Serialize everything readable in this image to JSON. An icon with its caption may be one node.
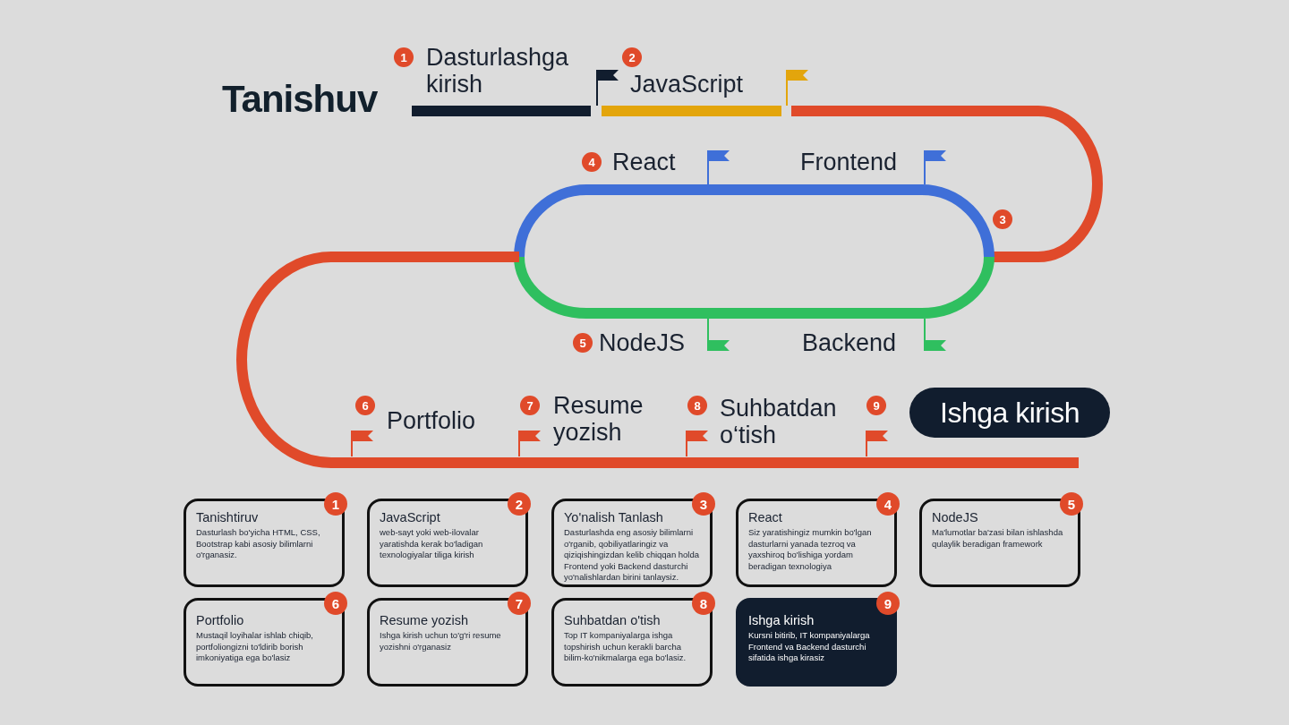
{
  "diagram": {
    "nodes": [
      {
        "text": [
          "1"
        ],
        "beside": [
          "Dasturlashga kirish"
        ]
      },
      {
        "text": [
          "2"
        ],
        "beside": [
          "JavaScript"
        ]
      },
      {
        "text": [
          "4"
        ],
        "beside": [
          "React"
        ]
      },
      {
        "text": [
          "3"
        ]
      },
      {
        "text": [
          "5"
        ],
        "beside": [
          "NodeJS"
        ]
      },
      {
        "text": [
          "6"
        ],
        "beside": [
          "Portfolio"
        ]
      },
      {
        "text": [
          "7"
        ],
        "beside": [
          "Resume yozish"
        ]
      },
      {
        "text": [
          "8"
        ],
        "beside": [
          "Suhbatdan o‘tish"
        ]
      },
      {
        "text": [
          "9"
        ]
      },
      {
        "text": [
          "Ishga kirish"
        ]
      },
      {
        "text": [
          "Tanishtiruv",
          "Dasturlash bo'yicha HTML, CSS, Bootstrap kabi asosiy bilimlarni o'rganasiz."
        ]
      },
      {
        "text": [
          "1"
        ]
      },
      {
        "text": [
          "JavaScript",
          "web-sayt yoki web-ilovalar yaratishda kerak bo'ladigan texnologiyalar tiliga kirish"
        ]
      },
      {
        "text": [
          "2"
        ]
      },
      {
        "text": [
          "Yo'nalish Tanlash",
          "Dasturlashda eng asosiy bilimlarni o'rganib, qobiliyatlaringiz va qiziqishingizdan kelib chiqqan holda Frontend yoki Backend dasturchi yo'nalishlardan birini tanlaysiz."
        ]
      },
      {
        "text": [
          "3"
        ]
      },
      {
        "text": [
          "React",
          "Siz yaratishingiz mumkin bo'lgan dasturlarni yanada tezroq va yaxshiroq bo'lishiga yordam beradigan texnologiya"
        ]
      },
      {
        "text": [
          "4"
        ]
      },
      {
        "text": [
          "NodeJS",
          "Ma'lumotlar ba'zasi bilan ishlashda qulaylik beradigan framework"
        ]
      },
      {
        "text": [
          "5"
        ]
      },
      {
        "text": [
          "Portfolio",
          "Mustaqil loyihalar ishlab chiqib, portfoliongizni to'ldirib borish imkoniyatiga ega bo'lasiz"
        ]
      },
      {
        "text": [
          "6"
        ]
      },
      {
        "text": [
          "Resume yozish",
          "Ishga kirish uchun to'g'ri resume yozishni o'rganasiz"
        ]
      },
      {
        "text": [
          "7"
        ]
      },
      {
        "text": [
          "Suhbatdan o'tish",
          "Top IT kompaniyalarga ishga topshirish uchun kerakli barcha bilim-ko'nikmalarga ega bo'lasiz."
        ]
      },
      {
        "text": [
          "8"
        ]
      },
      {
        "text": [
          "Ishga kirish",
          "Kursni bitirib, IT kompaniyalarga Frontend va Backend dasturchi sifatida ishga kirasiz"
        ]
      },
      {
        "text": [
          "9"
        ]
      }
    ],
    "labels": [
      "Tanishuv",
      "Frontend",
      "Backend"
    ]
  }
}
